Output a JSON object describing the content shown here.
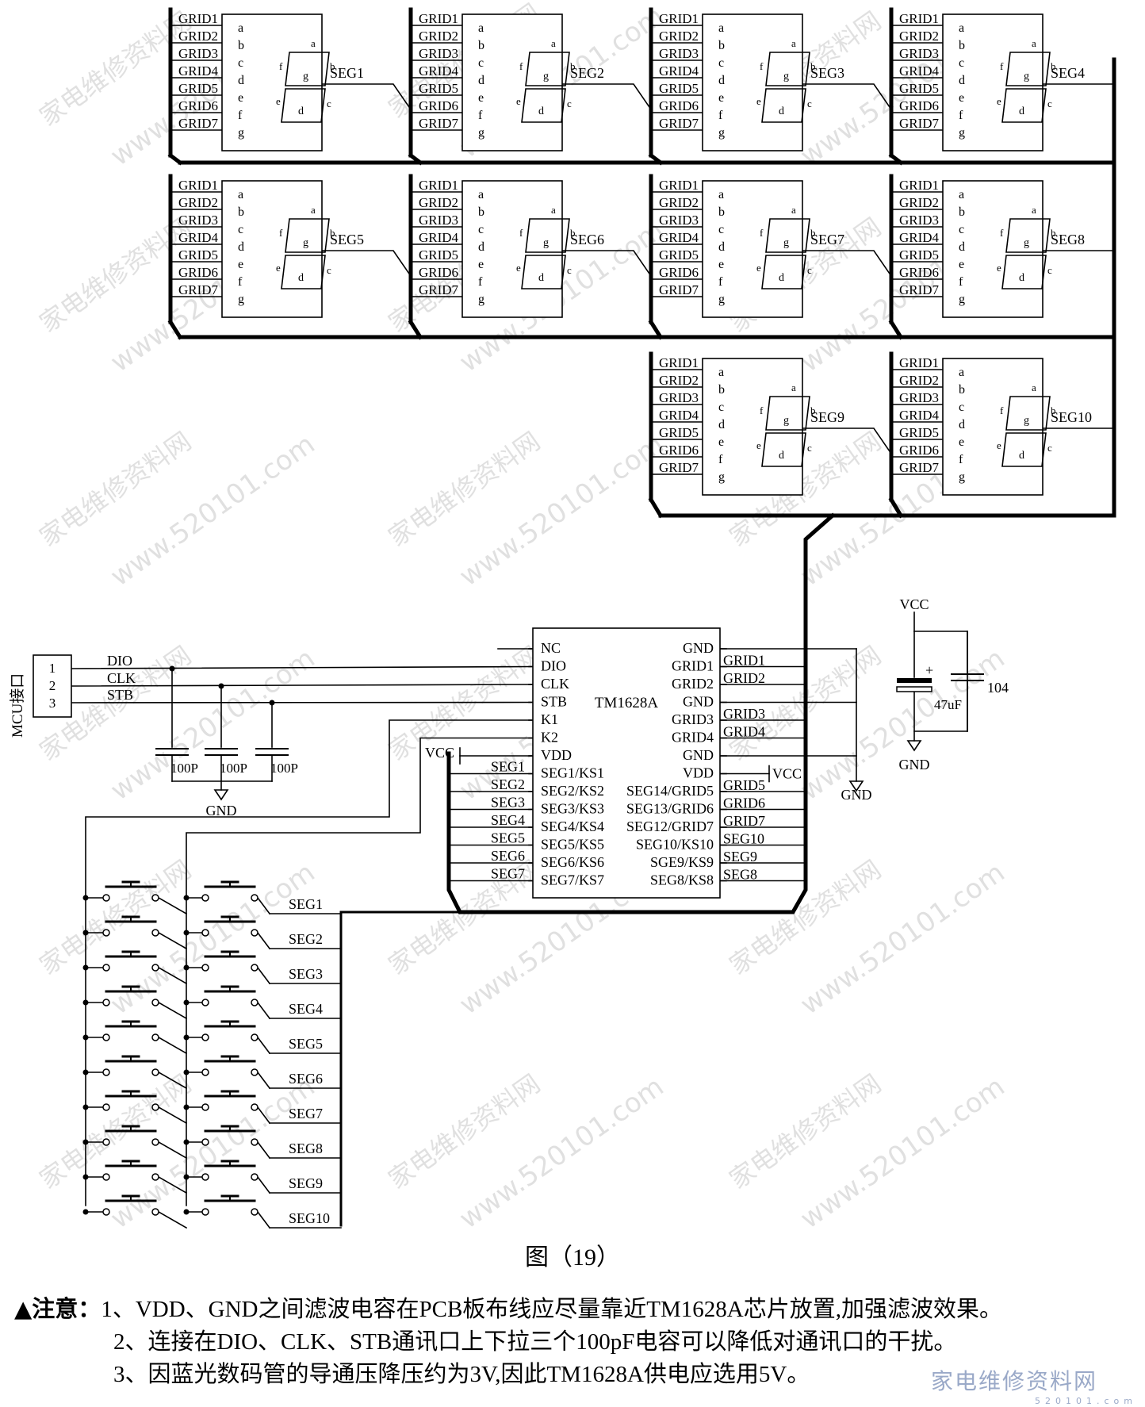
{
  "figure": {
    "caption": "图（19）",
    "grid_labels": [
      "GRID1",
      "GRID2",
      "GRID3",
      "GRID4",
      "GRID5",
      "GRID6",
      "GRID7"
    ],
    "segment_letters": [
      "a",
      "b",
      "c",
      "d",
      "e",
      "f",
      "g"
    ],
    "digit_labels": {
      "a": "a",
      "b": "b",
      "c": "c",
      "d": "d",
      "e": "e",
      "f": "f",
      "g": "g"
    },
    "displays": [
      "SEG1",
      "SEG2",
      "SEG3",
      "SEG4",
      "SEG5",
      "SEG6",
      "SEG7",
      "SEG8",
      "SEG9",
      "SEG10"
    ],
    "chip": {
      "name": "TM1628A",
      "left_pins": [
        "NC",
        "DIO",
        "CLK",
        "STB",
        "K1",
        "K2",
        "VDD",
        "SEG1/KS1",
        "SEG2/KS2",
        "SEG3/KS3",
        "SEG4/KS4",
        "SEG5/KS5",
        "SEG6/KS6",
        "SEG7/KS7"
      ],
      "right_pins": [
        "GND",
        "GRID1",
        "GRID2",
        "GND",
        "GRID3",
        "GRID4",
        "GND",
        "VDD",
        "SEG14/GRID5",
        "SEG13/GRID6",
        "SEG12/GRID7",
        "SEG10/KS10",
        "SGE9/KS9",
        "SEG8/KS8"
      ],
      "right_nets": [
        "GRID1",
        "GRID2",
        "GRID3",
        "GRID4",
        "GRID5",
        "GRID6",
        "GRID7",
        "SEG10",
        "SEG9",
        "SEG8"
      ],
      "left_nets": [
        "SEG1",
        "SEG2",
        "SEG3",
        "SEG4",
        "SEG5",
        "SEG6",
        "SEG7"
      ]
    },
    "mcu": {
      "label": "MCU接口",
      "pins": [
        "1",
        "2",
        "3"
      ],
      "signals": [
        "DIO",
        "CLK",
        "STB"
      ]
    },
    "caps": [
      "100P",
      "100P",
      "100P"
    ],
    "power": {
      "vcc": "VCC",
      "gnd": "GND",
      "cap_electrolytic": "47uF",
      "cap_ceramic": "104",
      "plus": "+"
    },
    "key_rows": [
      "SEG1",
      "SEG2",
      "SEG3",
      "SEG4",
      "SEG5",
      "SEG6",
      "SEG7",
      "SEG8",
      "SEG9",
      "SEG10"
    ]
  },
  "watermarks": [
    "家电维修资料网",
    "www.520101.com"
  ],
  "notes": {
    "lead": "▲注意：",
    "items": [
      "1、VDD、GND之间滤波电容在PCB板布线应尽量靠近TM1628A芯片放置,加强滤波效果。",
      "2、连接在DIO、CLK、STB通讯口上下拉三个100pF电容可以降低对通讯口的干扰。",
      "3、因蓝光数码管的导通压降压约为3V,因此TM1628A供电应选用5V。"
    ]
  },
  "logo": {
    "text": "家电维修资料网",
    "url": "520101.com"
  }
}
